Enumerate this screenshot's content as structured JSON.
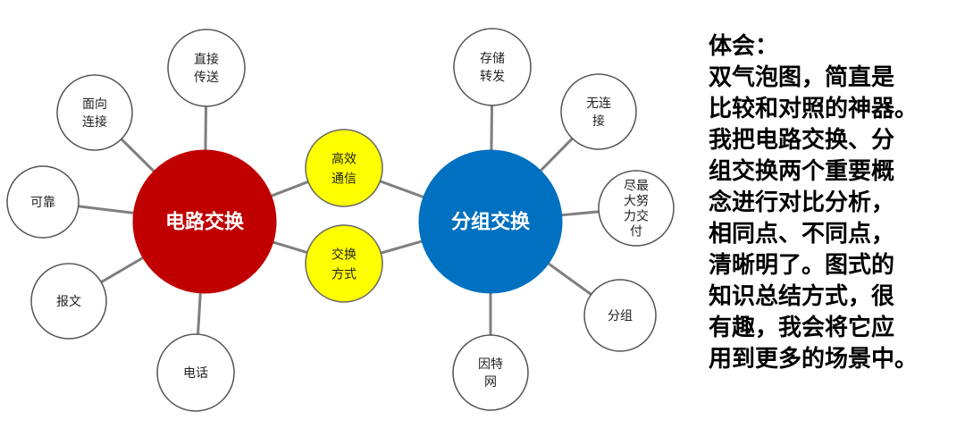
{
  "left_topic": {
    "label": "电路交换",
    "color": "#C00000"
  },
  "right_topic": {
    "label": "分组交换",
    "color": "#0070C0"
  },
  "shared": [
    {
      "lines": [
        "高效",
        "通信"
      ]
    },
    {
      "lines": [
        "交换",
        "方式"
      ]
    }
  ],
  "shared_color": "#FFFF00",
  "left_attributes": [
    {
      "lines": [
        "直接",
        "传送"
      ]
    },
    {
      "lines": [
        "面向",
        "连接"
      ]
    },
    {
      "lines": [
        "可靠"
      ]
    },
    {
      "lines": [
        "报文"
      ]
    },
    {
      "lines": [
        "电话"
      ]
    }
  ],
  "right_attributes": [
    {
      "lines": [
        "存储",
        "转发"
      ]
    },
    {
      "lines": [
        "无连",
        "接"
      ]
    },
    {
      "lines": [
        "尽最",
        "大努",
        "力交",
        "付"
      ]
    },
    {
      "lines": [
        "分组"
      ]
    },
    {
      "lines": [
        "因特",
        "网"
      ]
    }
  ],
  "reflection": {
    "lines": [
      "体会：",
      "双气泡图，简直是",
      "比较和对照的神器。",
      "我把电路交换、分",
      "组交换两个重要概",
      "念进行对比分析，",
      "相同点、不同点，",
      "清晰明了。图式的",
      "知识总结方式，很",
      "有趣，我会将它应",
      "用到更多的场景中。"
    ]
  }
}
